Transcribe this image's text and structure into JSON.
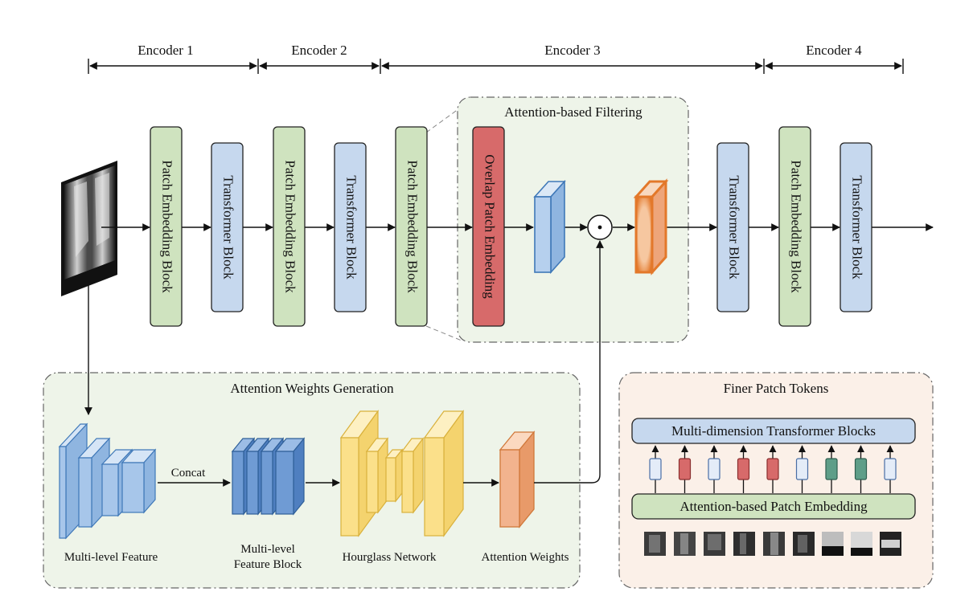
{
  "encoders": [
    "Encoder 1",
    "Encoder 2",
    "Encoder 3",
    "Encoder 4"
  ],
  "blocks": {
    "patch_embedding": "Patch Embedding Block",
    "transformer": "Transformer Block",
    "overlap_patch_embedding": "Overlap Patch Embedding"
  },
  "operator_symbol": "·",
  "attention_filtering": {
    "title": "Attention-based Filtering"
  },
  "attention_weights_generation": {
    "title": "Attention Weights Generation",
    "concat_label": "Concat",
    "multi_level_feature": "Multi-level Feature",
    "feature_block_line1": "Multi-level",
    "feature_block_line2": "Feature Block",
    "hourglass": "Hourglass Network",
    "attention_weights": "Attention Weights"
  },
  "finer_patch_tokens": {
    "title": "Finer Patch Tokens",
    "transformer_blocks": "Multi-dimension Transformer Blocks",
    "patch_embedding": "Attention-based Patch Embedding",
    "token_colors": [
      "light",
      "red",
      "light",
      "red",
      "red",
      "light",
      "teal",
      "teal",
      "light"
    ]
  },
  "colors": {
    "patch_embedding_fill": "#cfe3bf",
    "transformer_fill": "#c6d8ee",
    "overlap_fill": "#d76a6a",
    "panel_green": "#eef4e9",
    "panel_peach": "#fbf0e8",
    "feature_blue": "#a7c6ea",
    "hourglass_yellow": "#fbe08a",
    "attention_orange": "#f2b38e"
  }
}
